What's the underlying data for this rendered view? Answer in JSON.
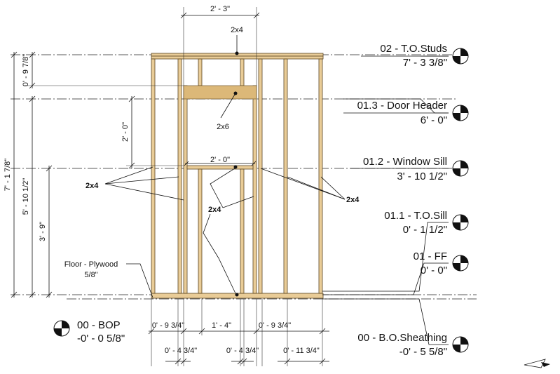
{
  "levels": {
    "tos": {
      "name": "02 - T.O.Studs",
      "elev": "7' - 3 3/8\""
    },
    "dh": {
      "name": "01.3 - Door Header",
      "elev": "6' - 0\""
    },
    "ws": {
      "name": "01.2 - Window Sill",
      "elev": "3' - 10 1/2\""
    },
    "sill": {
      "name": "01.1 - T.O.Sill",
      "elev": "0' - 1 1/2\""
    },
    "ff": {
      "name": "01 - FF",
      "elev": "0' - 0\""
    },
    "bop": {
      "name": "00 - BOP",
      "elev": "-0' - 0 5/8\""
    },
    "bos": {
      "name": "00 - B.O.Sheathing",
      "elev": "-0' - 5 5/8\""
    }
  },
  "dims": {
    "top_width": "2' - 3\"",
    "v_top": "0' - 9 7/8\"",
    "v_total": "7' - 1 7/8\"",
    "v_mid": "5' - 10 1/2\"",
    "v_lower": "3' - 9\"",
    "v_opening": "2' - 0\"",
    "sill_width": "2' - 0\"",
    "b1": "0' - 9 3/4\"",
    "b2": "1' - 4\"",
    "b3": "0' - 9 3/4\"",
    "c1": "0' - 4 3/4\"",
    "c2": "0' - 4 3/4\"",
    "c3": "0' - 11 3/4\""
  },
  "tags": {
    "top_plate": "2x4",
    "header": "2x6",
    "left_studs": "2x4",
    "cripples": "2x4",
    "right_studs": "2x4",
    "floor_line1": "Floor - Plywood",
    "floor_line2": "5/8\""
  },
  "colors": {
    "wood": "#e9cc97",
    "wood_edge": "#5a4521"
  }
}
